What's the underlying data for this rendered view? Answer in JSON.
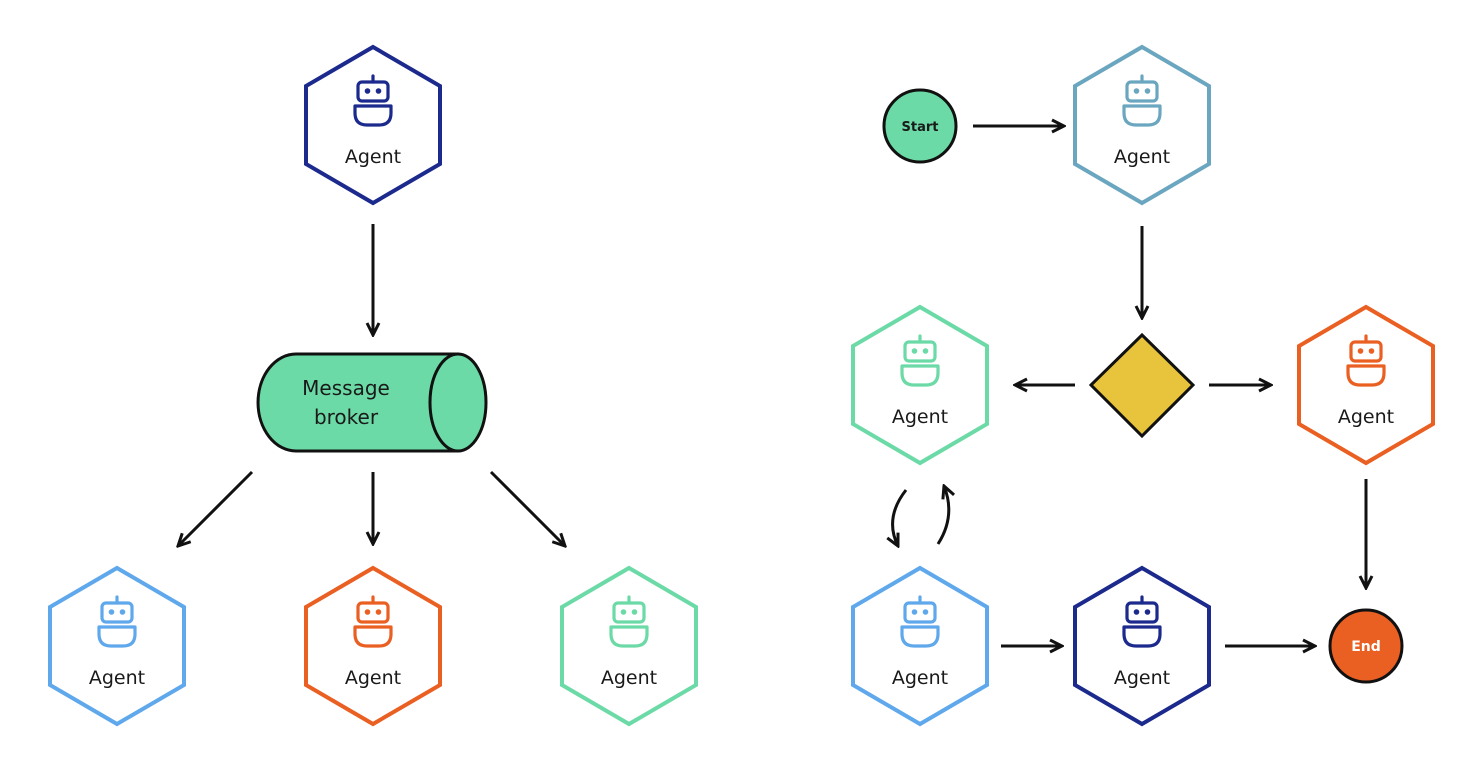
{
  "colors": {
    "navy": "#1b2a8c",
    "teal": "#6aa6bf",
    "mint": "#6bdaa6",
    "mint_fill": "#6bdaa6",
    "light_blue": "#5fa8ec",
    "orange": "#ea5f22",
    "decision_fill": "#e8c43c",
    "stroke_dark": "#111111"
  },
  "broadcast_pattern": {
    "source_agent": {
      "label": "Agent",
      "color": "navy"
    },
    "broker": {
      "line1": "Message",
      "line2": "broker"
    },
    "targets": [
      {
        "label": "Agent",
        "color": "light_blue"
      },
      {
        "label": "Agent",
        "color": "orange"
      },
      {
        "label": "Agent",
        "color": "mint"
      }
    ]
  },
  "workflow_pattern": {
    "start": {
      "label": "Start"
    },
    "first_agent": {
      "label": "Agent",
      "color": "teal"
    },
    "decision": {
      "shape": "diamond"
    },
    "left_agent": {
      "label": "Agent",
      "color": "mint"
    },
    "right_agent": {
      "label": "Agent",
      "color": "orange"
    },
    "bottom_left_agent": {
      "label": "Agent",
      "color": "light_blue"
    },
    "bottom_mid_agent": {
      "label": "Agent",
      "color": "navy"
    },
    "end": {
      "label": "End"
    }
  }
}
